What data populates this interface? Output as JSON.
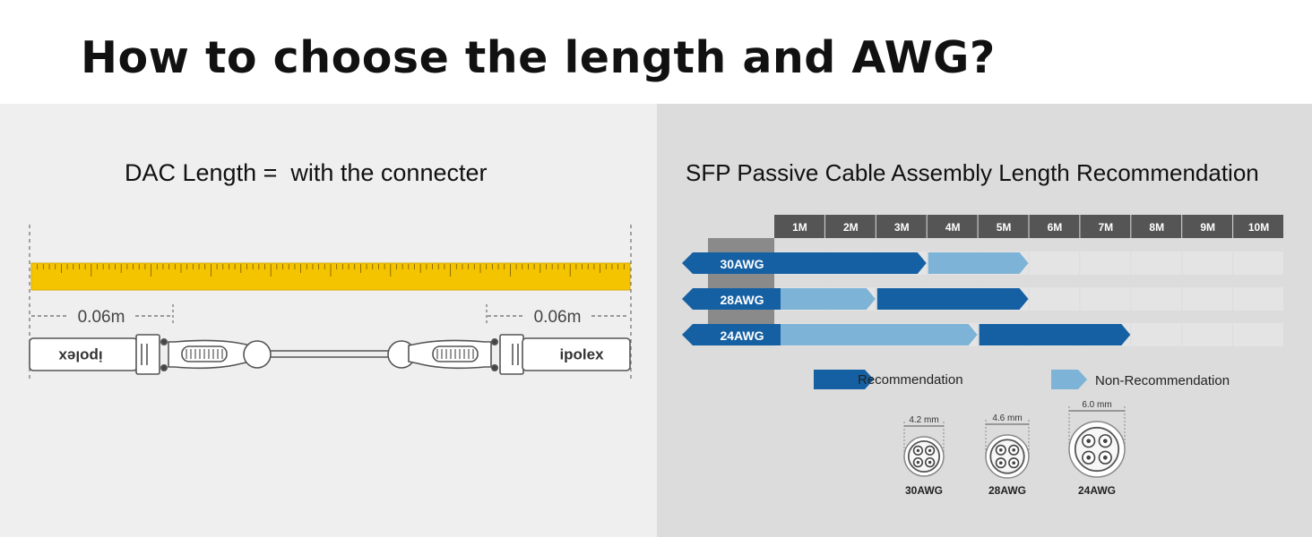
{
  "title": "How to choose the length and AWG?",
  "left": {
    "heading": "DAC Length =  with the connecter",
    "left_dimension": "0.06m",
    "right_dimension": "0.06m",
    "brand_left": "ipolex",
    "brand_right": "ipolex"
  },
  "right": {
    "heading": "SFP Passive Cable Assembly Length Recommendation",
    "legend": {
      "recommendation": "Recommendation",
      "non_recommendation": "Non-Recommendation"
    },
    "diameters": [
      {
        "label": "30AWG",
        "dimension": "4.2 mm"
      },
      {
        "label": "28AWG",
        "dimension": "4.6 mm"
      },
      {
        "label": "24AWG",
        "dimension": "6.0 mm"
      }
    ]
  },
  "colors": {
    "recommendation": "#1560a3",
    "non_recommendation": "#7db3d6",
    "ruler": "#f5c400",
    "header": "#555555",
    "empty_cell": "#e4e4e4"
  },
  "chart_data": {
    "type": "bar",
    "categories": [
      "1M",
      "2M",
      "3M",
      "4M",
      "5M",
      "6M",
      "7M",
      "8M",
      "9M",
      "10M"
    ],
    "rows": [
      {
        "label": "30AWG",
        "segments": [
          {
            "from": 0,
            "to": 3,
            "kind": "recommendation"
          },
          {
            "from": 3,
            "to": 5,
            "kind": "non_recommendation"
          }
        ]
      },
      {
        "label": "28AWG",
        "segments": [
          {
            "from": 0,
            "to": 2,
            "kind": "non_recommendation"
          },
          {
            "from": 2,
            "to": 5,
            "kind": "recommendation"
          }
        ]
      },
      {
        "label": "24AWG",
        "segments": [
          {
            "from": 0,
            "to": 4,
            "kind": "non_recommendation"
          },
          {
            "from": 4,
            "to": 7,
            "kind": "recommendation"
          }
        ]
      }
    ]
  }
}
